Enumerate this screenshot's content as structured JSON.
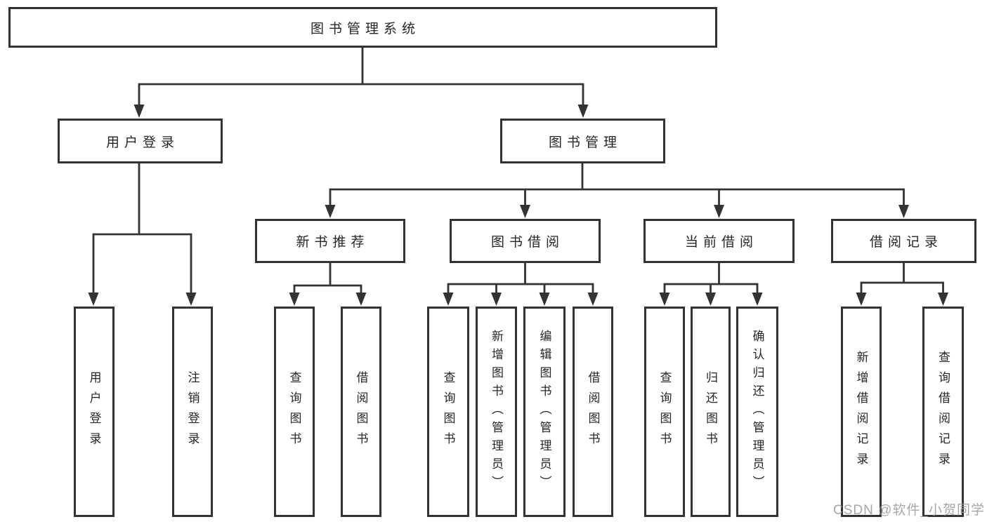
{
  "diagram": {
    "root": {
      "label": "图书管理系统"
    },
    "branches": {
      "user_login": {
        "label": "用户登录",
        "children": [
          "用户登录",
          "注销登录"
        ]
      },
      "book_management": {
        "label": "图书管理",
        "sections": {
          "new_book_recommend": {
            "label": "新书推荐",
            "children": [
              "查询图书",
              "借阅图书"
            ]
          },
          "book_borrow": {
            "label": "图书借阅",
            "children": [
              "查询图书",
              "新增图书（管理员）",
              "编辑图书（管理员）",
              "借阅图书"
            ]
          },
          "current_borrow": {
            "label": "当前借阅",
            "children": [
              "查询图书",
              "归还图书",
              "确认归还（管理员）"
            ]
          },
          "borrow_records": {
            "label": "借阅记录",
            "children": [
              "新增借阅记录",
              "查询借阅记录"
            ]
          }
        }
      }
    }
  },
  "watermark": {
    "text": "CSDN @软件_小贺同学"
  },
  "colors": {
    "line": "#333333",
    "box_border": "#333333",
    "text": "#262626",
    "watermark": "#9b9b9b",
    "background": "#ffffff"
  }
}
